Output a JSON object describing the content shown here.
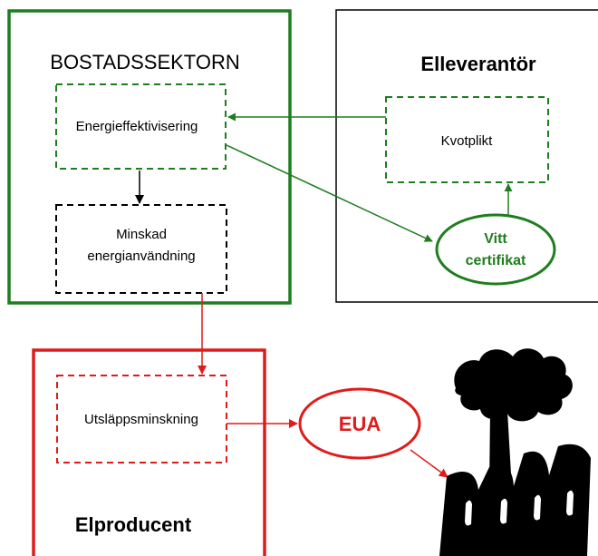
{
  "colors": {
    "green": "#1e7d1e",
    "red": "#e01b1b",
    "black": "#000000"
  },
  "bostadssektorn": {
    "title": "BOSTADSSEKTORN",
    "energy_efficiency": "Energieffektivisering",
    "reduced_usage_line1": "Minskad",
    "reduced_usage_line2": "energianvändning"
  },
  "elleverantor": {
    "title": "Elleverantör",
    "quota_obligation": "Kvotplikt",
    "certificate_line1": "Vitt",
    "certificate_line2": "certifikat"
  },
  "elproducent": {
    "title": "Elproducent",
    "emission_reduction": "Utsläppsminskning",
    "eua": "EUA"
  },
  "icons": {
    "factory": "factory-with-smoke-icon"
  }
}
